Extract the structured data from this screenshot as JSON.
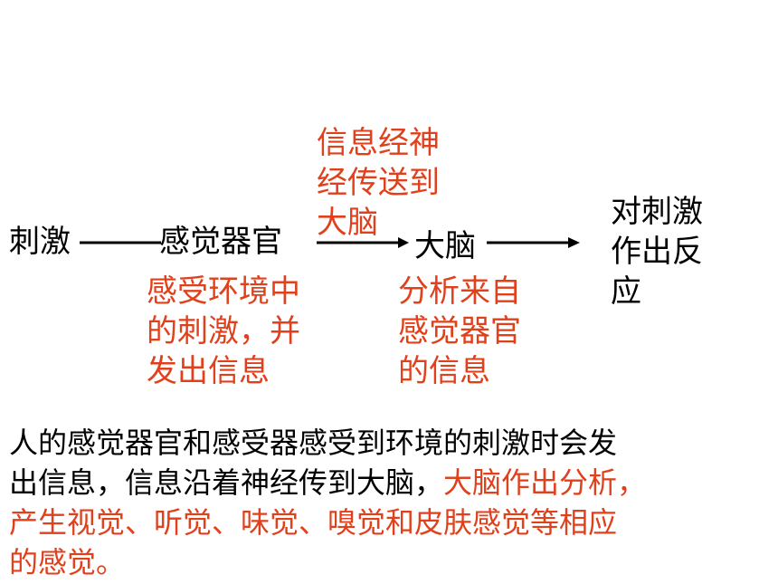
{
  "diagram": {
    "nodes": {
      "stimulus": "刺激",
      "sense_organ": "感觉器官",
      "brain": "大脑",
      "response": [
        "对刺激",
        "作出反",
        "应"
      ]
    },
    "notes": {
      "transmission": [
        "信息经神",
        "经传送到",
        "大脑"
      ],
      "sense_organ_role": [
        "感受环境中",
        "的刺激，并",
        "发出信息"
      ],
      "brain_role": [
        "分析来自",
        "感觉器官",
        "的信息"
      ]
    }
  },
  "summary": {
    "line1": "人的感觉器官和感受器感受到环境的刺激时会发",
    "line2_black": "出信息，信息沿着神经传到大脑，",
    "line2_red": "大脑作出分析，",
    "line3": "产生视觉、听觉、味觉、嗅觉和皮肤感觉等相应",
    "line4": "的感觉。"
  },
  "colors": {
    "text": "#000000",
    "highlight": "#e0401c",
    "background": "#ffffff"
  }
}
